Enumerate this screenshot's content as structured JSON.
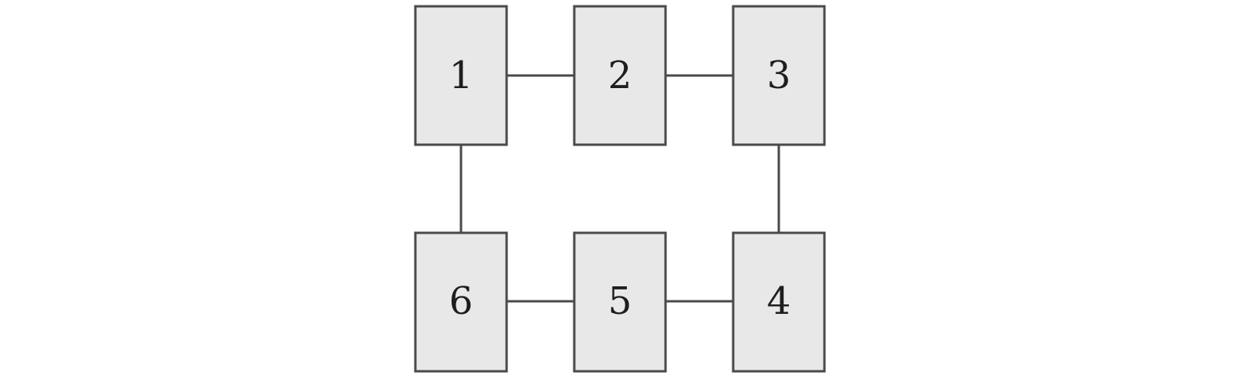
{
  "diagram": {
    "nodes": [
      {
        "id": "n1",
        "label": "1"
      },
      {
        "id": "n2",
        "label": "2"
      },
      {
        "id": "n3",
        "label": "3"
      },
      {
        "id": "n4",
        "label": "4"
      },
      {
        "id": "n5",
        "label": "5"
      },
      {
        "id": "n6",
        "label": "6"
      }
    ],
    "edges": [
      {
        "from": "n1",
        "to": "n2"
      },
      {
        "from": "n2",
        "to": "n3"
      },
      {
        "from": "n3",
        "to": "n4"
      },
      {
        "from": "n4",
        "to": "n5"
      },
      {
        "from": "n5",
        "to": "n6"
      },
      {
        "from": "n6",
        "to": "n1"
      }
    ],
    "colors": {
      "box_fill": "#e8e8e8",
      "box_stroke": "#4a4a4a",
      "text": "#1e1e1e"
    }
  }
}
